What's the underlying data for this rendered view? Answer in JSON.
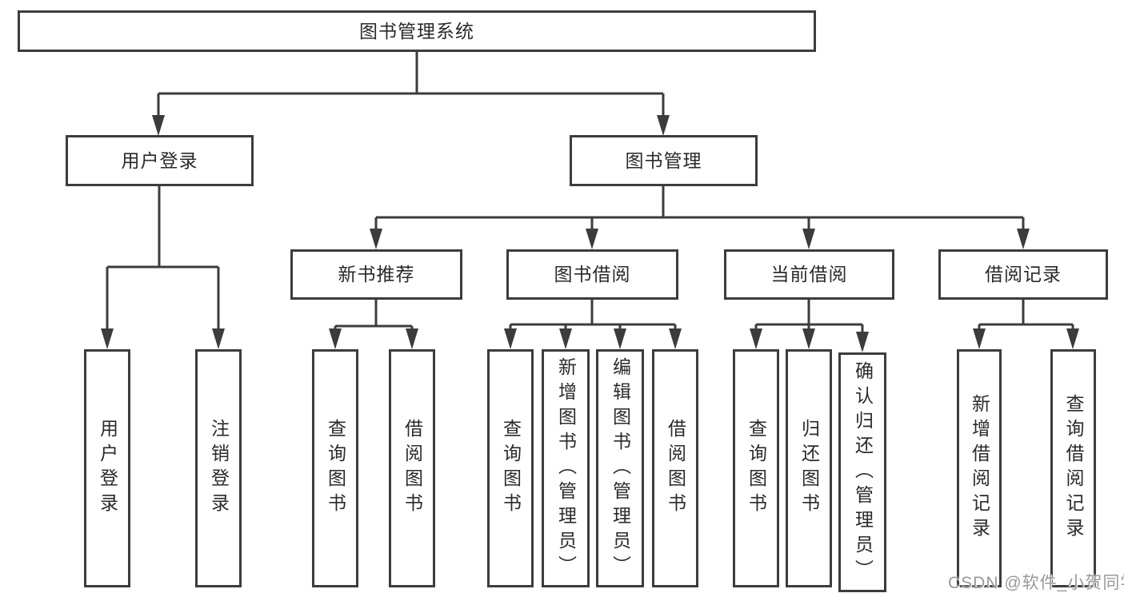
{
  "tree": {
    "label": "图书管理系统",
    "children": [
      {
        "label": "用户登录",
        "children": [
          {
            "label": "用户登录"
          },
          {
            "label": "注销登录"
          }
        ]
      },
      {
        "label": "图书管理",
        "children": [
          {
            "label": "新书推荐",
            "children": [
              {
                "label": "查询图书"
              },
              {
                "label": "借阅图书"
              }
            ]
          },
          {
            "label": "图书借阅",
            "children": [
              {
                "label": "查询图书"
              },
              {
                "label": "新增图书（管理员）"
              },
              {
                "label": "编辑图书（管理员）"
              },
              {
                "label": "借阅图书"
              }
            ]
          },
          {
            "label": "当前借阅",
            "children": [
              {
                "label": "查询图书"
              },
              {
                "label": "归还图书"
              },
              {
                "label": "确认归还（管理员）"
              }
            ]
          },
          {
            "label": "借阅记录",
            "children": [
              {
                "label": "新增借阅记录"
              },
              {
                "label": "查询借阅记录"
              }
            ]
          }
        ]
      }
    ]
  },
  "watermark": {
    "text": "CSDN @软件_小贺同学"
  },
  "colors": {
    "line": "#3c3c3c",
    "text": "#2a2a2a",
    "watermark": "#999999",
    "background": "#ffffff"
  }
}
